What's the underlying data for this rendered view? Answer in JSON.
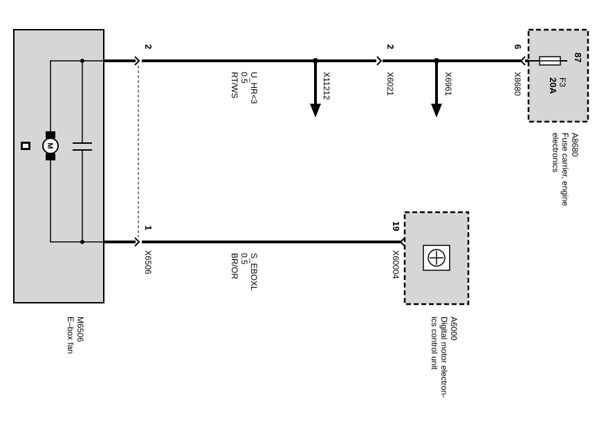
{
  "colors": {
    "component_fill": "#d6d6d6",
    "line": "#000000",
    "background": "#ffffff"
  },
  "components": {
    "fan": {
      "id": "M6506",
      "name": "E–box fan",
      "motor_symbol": "M"
    },
    "fuse_carrier": {
      "id": "A8680",
      "name_line1": "Fuse carrier, engine",
      "name_line2": "electronics",
      "fuse_pin": "87",
      "fuse_name": "F3",
      "fuse_rating": "20A"
    },
    "dme": {
      "id": "A6000",
      "name_line1": "Digital motor electron-",
      "name_line2": "ics control unit"
    }
  },
  "wires": {
    "top": {
      "pin_fan": "2",
      "pin_x6021": "2",
      "pin_x8680": "6",
      "signal": "U_HR<3",
      "size": "0.5",
      "color": "RT/WS"
    },
    "bottom": {
      "pin_fan": "1",
      "pin_dme": "19",
      "signal": "S_EBOXL",
      "size": "0.5",
      "color": "BR/OR"
    }
  },
  "connectors": {
    "x11212": "X11212",
    "x6021": "X6021",
    "x6961": "X6961",
    "x8680": "X8680",
    "x6506": "X6506",
    "x60004": "X60004"
  }
}
